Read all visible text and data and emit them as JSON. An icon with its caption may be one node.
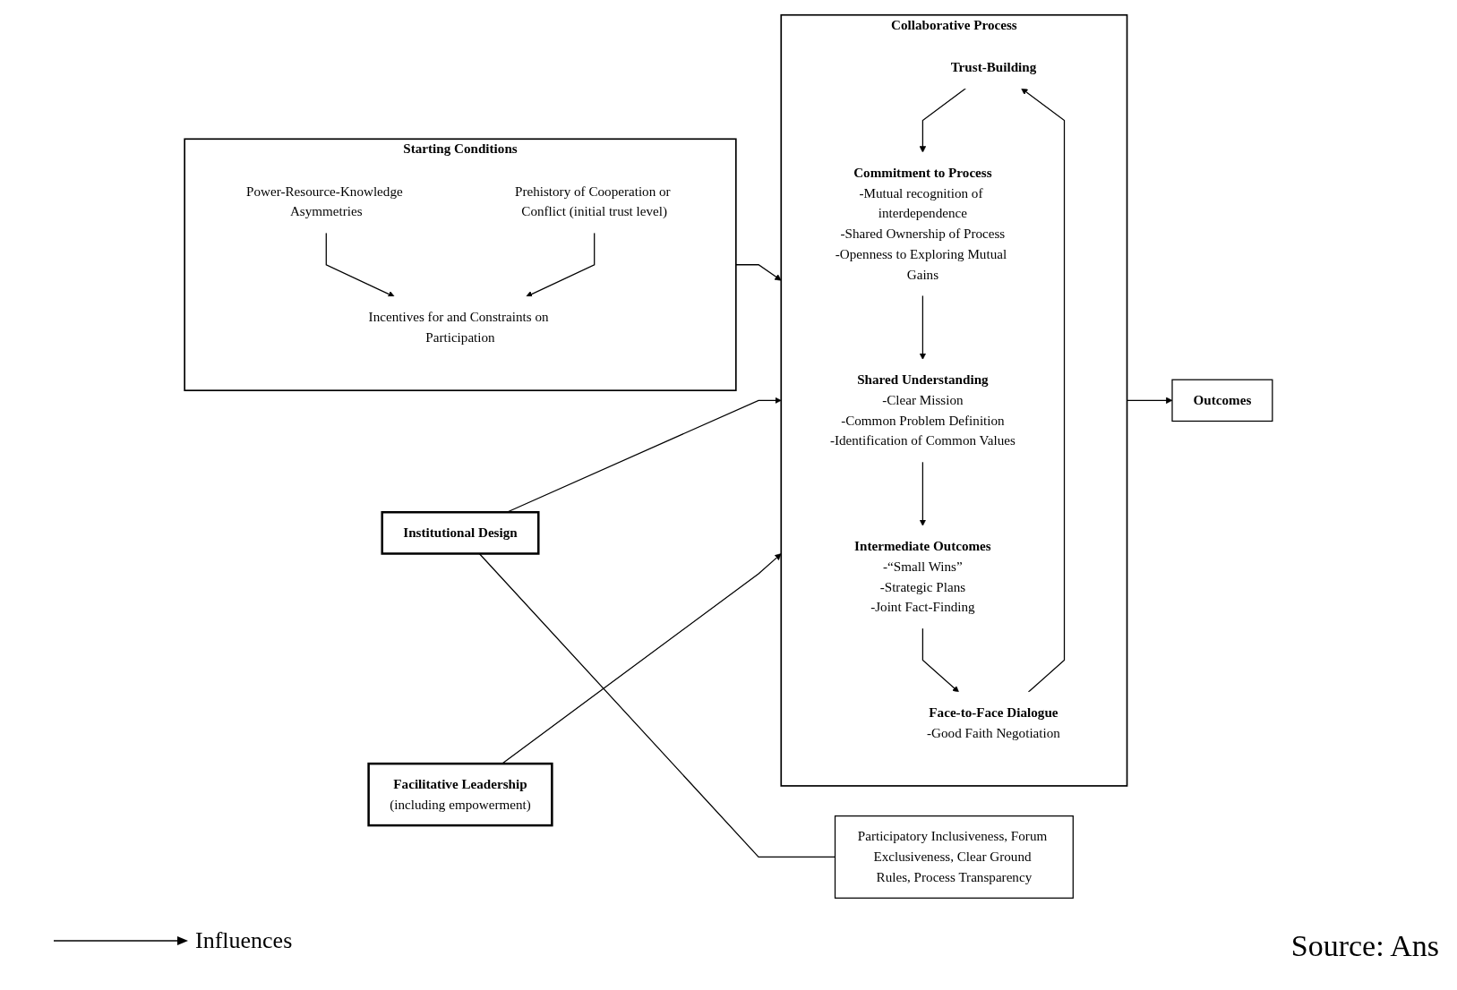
{
  "diagram": {
    "nodes": [
      {
        "text": [
          "Starting Conditions"
        ]
      },
      {
        "text": [
          "Power-Resource-Knowledge Asymmetries"
        ],
        "in": 0
      },
      {
        "text": [
          "Incentives for and Constraints on Participation"
        ],
        "in": 0
      },
      {
        "text": [
          "Prehistory of Cooperation or Conflict (initial trust level)"
        ],
        "in": 0
      },
      {
        "text": [
          "Institutional Design"
        ]
      },
      {
        "text": [
          "Participatory Inclusiveness, Forum Exclusiveness, Clear Ground Rules, Process Transparency"
        ]
      },
      {
        "text": [
          "Collaborative Process"
        ]
      },
      {
        "text": [
          "Trust-Building"
        ],
        "in": 6
      },
      {
        "text": [
          "Commitment to Process",
          "-Mutual recognition of interdependence",
          "-Shared Ownership of Process",
          "-Openness to Exploring Mutual Gains"
        ],
        "in": 6
      },
      {
        "text": [
          "Face-to-Face Dialogue",
          "-Good Faith Negotiation"
        ],
        "in": 6
      },
      {
        "text": [
          "Intermediate Outcomes",
          "-“Small Wins”",
          "-Strategic Plans",
          "-Joint Fact-Finding"
        ],
        "in": 6
      },
      {
        "text": [
          "Shared Understanding",
          "-Clear Mission",
          "-Common Problem Definition",
          "-Identification of Common Values"
        ],
        "in": 6
      },
      {
        "text": [
          "Outcomes"
        ]
      },
      {
        "text": [
          "Facilitative Leadership",
          "(including empowerment)"
        ]
      }
    ],
    "edges": [
      {
        "from": 1,
        "to": 2,
        "arrow": "to"
      },
      {
        "from": 3,
        "to": 2,
        "arrow": "to"
      },
      {
        "from": 0,
        "to": 6,
        "arrow": "to"
      },
      {
        "from": 4,
        "to": 5,
        "arrow": "none"
      },
      {
        "from": 4,
        "to": 6,
        "arrow": "to"
      },
      {
        "from": 6,
        "to": 12,
        "arrow": "to"
      },
      {
        "from": 13,
        "to": 6,
        "arrow": "to"
      },
      {
        "from": 9,
        "to": 7,
        "arrow": "to"
      },
      {
        "from": 7,
        "to": 8,
        "arrow": "to"
      },
      {
        "from": 8,
        "to": 11,
        "arrow": "to"
      },
      {
        "from": 11,
        "to": 10,
        "arrow": "to"
      },
      {
        "from": 10,
        "to": 9,
        "arrow": "to"
      }
    ],
    "labels": [
      "Source: Ans"
    ],
    "legend": [
      {
        "text": "Influences"
      }
    ]
  }
}
